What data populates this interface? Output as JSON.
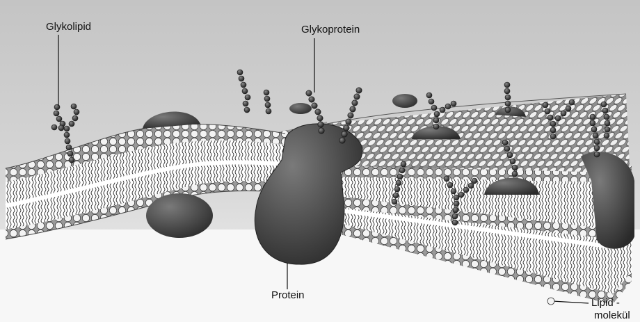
{
  "labels": {
    "glykolipid": "Glykolipid",
    "glykoprotein": "Glykoprotein",
    "protein": "Protein",
    "lipid_line1": "Lipid -",
    "lipid_line2": "molekül"
  },
  "colors": {
    "background_top": "#c9c9c9",
    "background_bottom": "#f2f2f2",
    "protein": "#4a4a4a",
    "protein_shadow": "#2c2c2c",
    "head": "#f4f4f4",
    "head_outline": "#333333",
    "tail": "#222222",
    "chain": "#3a3a3a"
  }
}
